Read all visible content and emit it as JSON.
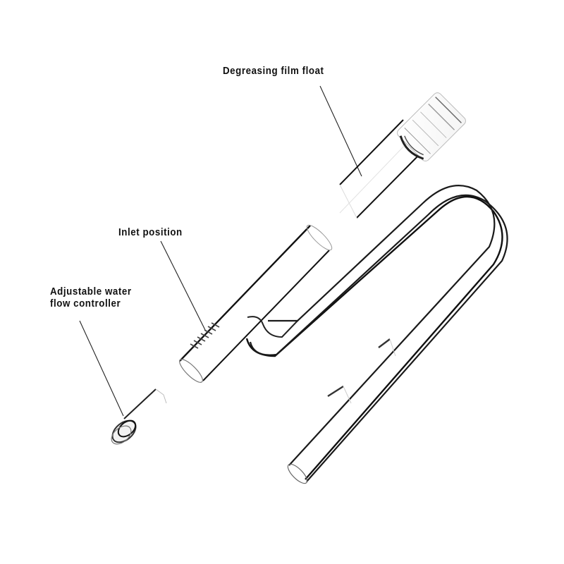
{
  "diagram": {
    "subject": "Glass aquarium lily pipe with surface skimmer",
    "background": "#ffffff",
    "line_color": "#1a1a1a",
    "labels": {
      "degreasing_film_float": "Degreasing film float",
      "inlet_position": "Inlet position",
      "flow_controller_line1": "Adjustable water",
      "flow_controller_line2": "flow controller"
    },
    "components": [
      {
        "id": "degreasing-film-float",
        "label": "Degreasing film float"
      },
      {
        "id": "inlet-pipe",
        "label": "Inlet position"
      },
      {
        "id": "flow-controller",
        "label": "Adjustable water flow controller"
      },
      {
        "id": "u-outlet-pipe",
        "label": ""
      }
    ]
  }
}
